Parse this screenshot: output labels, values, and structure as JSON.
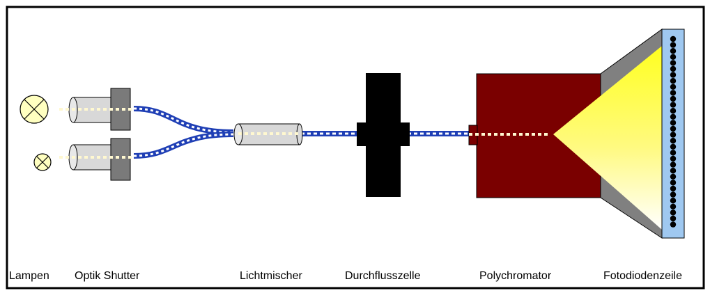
{
  "diagram": {
    "labels": {
      "lampen": "Lampen",
      "optik_shutter": "Optik Shutter",
      "lichtmischer": "Lichtmischer",
      "durchflusszelle": "Durchflusszelle",
      "polychromator": "Polychromator",
      "fotodiodenzeile": "Fotodiodenzeile"
    },
    "colors": {
      "fiber": "#1f3fb5",
      "light": "#fff8d0",
      "optik_body": "#d8d8d8",
      "shutter": "#7a7a7a",
      "cell": "#000000",
      "polychromator": "#7a0000",
      "detector": "#9fc8f0",
      "spectrum_start": "#ffff20"
    },
    "icons": [
      "lamp-icon",
      "optical-lens-icon",
      "shutter-block-icon",
      "light-mixer-tube-icon",
      "flow-cell-icon",
      "polychromator-box-icon",
      "diode-array-icon"
    ]
  }
}
